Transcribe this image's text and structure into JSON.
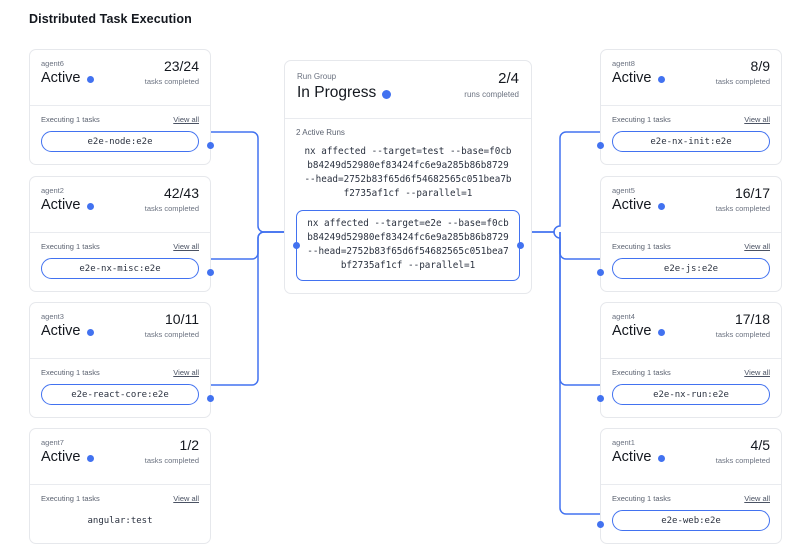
{
  "page": {
    "title": "Distributed Task Execution"
  },
  "labels": {
    "status_active": "Active",
    "tasks_completed": "tasks completed",
    "runs_completed": "runs completed",
    "executing": "Executing 1 tasks",
    "view_all": "View all"
  },
  "colors": {
    "accent": "#4272f0",
    "card_border": "#e6e8ec",
    "text": "#14181f",
    "muted": "#6b7280"
  },
  "run_group": {
    "kicker": "Run Group",
    "status": "In Progress",
    "count": "2/4",
    "count_label": "runs completed",
    "active_runs_label": "2 Active Runs",
    "runs": [
      {
        "command": "nx affected --target=test --base=f0cbb84249d52980ef83424fc6e9a285b86b8729 --head=2752b83f65d6f54682565c051bea7bf2735af1cf --parallel=1",
        "highlighted": false
      },
      {
        "command": "nx affected --target=e2e --base=f0cbb84249d52980ef83424fc6e9a285b86b8729 --head=2752b83f65d6f54682565c051bea7bf2735af1cf --parallel=1",
        "highlighted": true
      }
    ]
  },
  "left_agents": [
    {
      "name": "agent6",
      "status": "Active",
      "count": "23/24",
      "count_label": "tasks completed",
      "executing": "Executing 1 tasks",
      "view_all": "View all",
      "task": "e2e-node:e2e",
      "connected": true
    },
    {
      "name": "agent2",
      "status": "Active",
      "count": "42/43",
      "count_label": "tasks completed",
      "executing": "Executing 1 tasks",
      "view_all": "View all",
      "task": "e2e-nx-misc:e2e",
      "connected": true
    },
    {
      "name": "agent3",
      "status": "Active",
      "count": "10/11",
      "count_label": "tasks completed",
      "executing": "Executing 1 tasks",
      "view_all": "View all",
      "task": "e2e-react-core:e2e",
      "connected": true
    },
    {
      "name": "agent7",
      "status": "Active",
      "count": "1/2",
      "count_label": "tasks completed",
      "executing": "Executing 1 tasks",
      "view_all": "View all",
      "task": "angular:test",
      "connected": false
    }
  ],
  "right_agents": [
    {
      "name": "agent8",
      "status": "Active",
      "count": "8/9",
      "count_label": "tasks completed",
      "executing": "Executing 1 tasks",
      "view_all": "View all",
      "task": "e2e-nx-init:e2e",
      "connected": true
    },
    {
      "name": "agent5",
      "status": "Active",
      "count": "16/17",
      "count_label": "tasks completed",
      "executing": "Executing 1 tasks",
      "view_all": "View all",
      "task": "e2e-js:e2e",
      "connected": true
    },
    {
      "name": "agent4",
      "status": "Active",
      "count": "17/18",
      "count_label": "tasks completed",
      "executing": "Executing 1 tasks",
      "view_all": "View all",
      "task": "e2e-nx-run:e2e",
      "connected": true
    },
    {
      "name": "agent1",
      "status": "Active",
      "count": "4/5",
      "count_label": "tasks completed",
      "executing": "Executing 1 tasks",
      "view_all": "View all",
      "task": "e2e-web:e2e",
      "connected": true
    }
  ]
}
